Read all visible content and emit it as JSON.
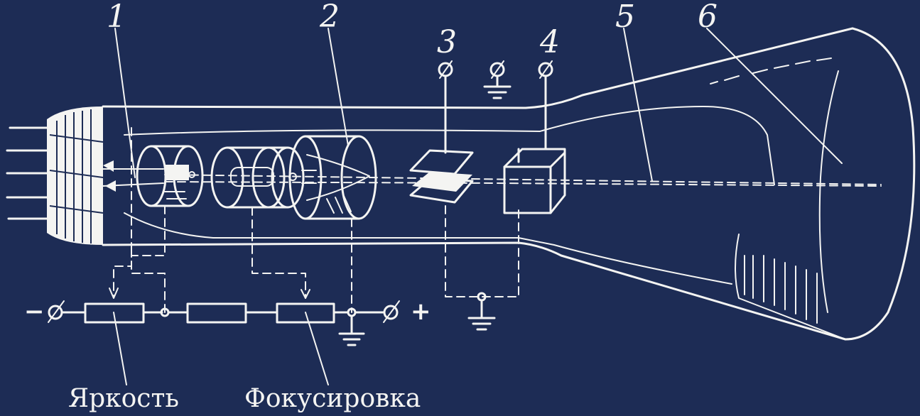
{
  "labels": {
    "n1": "1",
    "n2": "2",
    "n3": "3",
    "n4": "4",
    "n5": "5",
    "n6": "6"
  },
  "captions": {
    "brightness": "Яркость",
    "focusing": "Фокусировка"
  },
  "terminals": {
    "minus": "−",
    "plus": "+"
  },
  "colors": {
    "background": "#1d2c55",
    "ink": "#f4f4f2"
  }
}
